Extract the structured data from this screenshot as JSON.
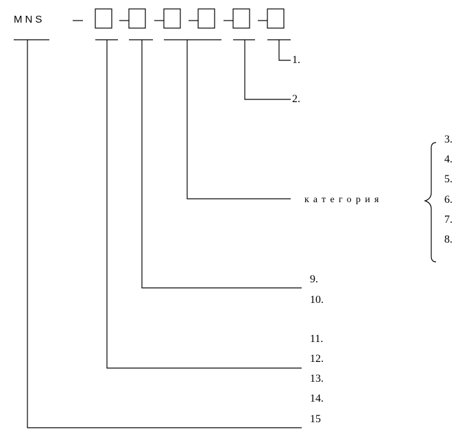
{
  "code": {
    "prefix": "MNS",
    "separator": "–",
    "box_count": 6
  },
  "category_label": "категория",
  "numbered_labels": {
    "n1": "1.",
    "n2": "2.",
    "n3": "3.",
    "n4": "4.",
    "n5": "5.",
    "n6": "6.",
    "n7": "7.",
    "n8": "8.",
    "n9": "9.",
    "n10": "10.",
    "n11": "11.",
    "n12": "12.",
    "n13": "13.",
    "n14": "14.",
    "n15": "15"
  }
}
